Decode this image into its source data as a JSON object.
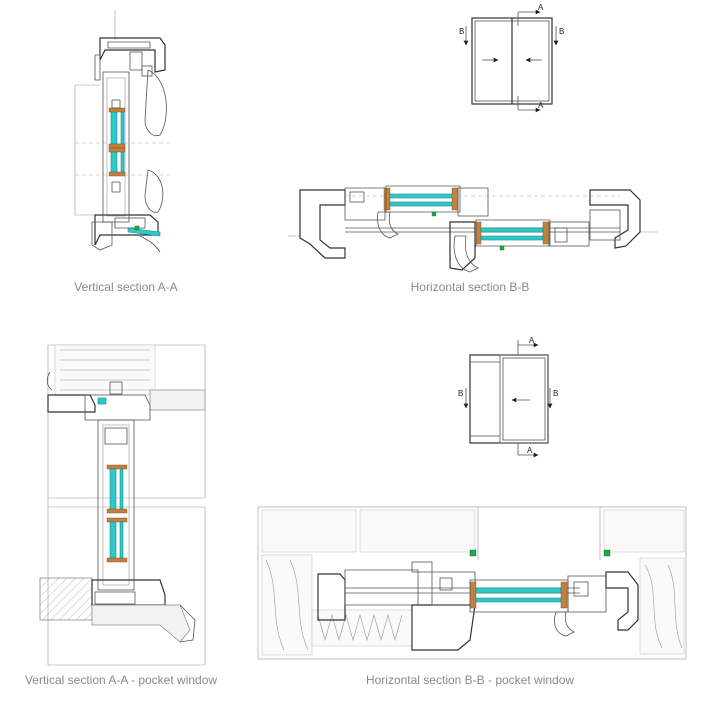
{
  "captions": {
    "vertical": "Vertical section A-A",
    "horizontal": "Horizontal section B-B",
    "vertical_pocket": "Vertical section A-A - pocket window",
    "horizontal_pocket": "Horizontal section B-B - pocket window"
  },
  "markers": {
    "a": "A",
    "b": "B"
  },
  "colors": {
    "glass": "#2ec8c8",
    "gasket": "#c08040",
    "seal": "#1fa84a",
    "caption": "#8a8a8a"
  }
}
